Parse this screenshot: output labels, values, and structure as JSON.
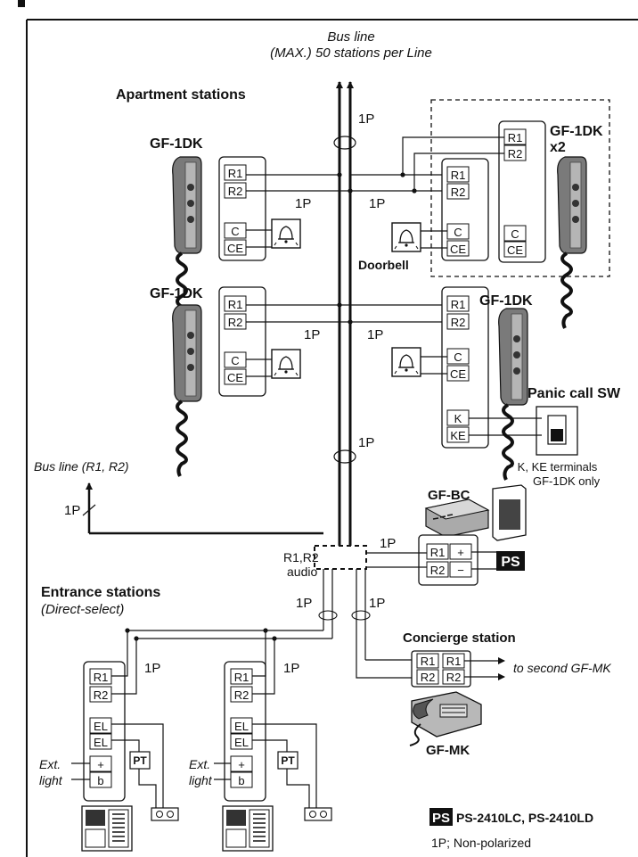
{
  "header": {
    "bus_line_title": "Bus line",
    "bus_line_subtitle": "(MAX.) 50 stations per Line"
  },
  "labels": {
    "apartment_stations": "Apartment stations",
    "gf1dk": "GF-1DK",
    "x2": "x2",
    "one_p": "1P",
    "doorbell": "Doorbell",
    "panic_call_sw": "Panic call SW",
    "bus_line_r1r2": "Bus line (R1, R2)",
    "gf_bc": "GF-BC",
    "k_note_1": "* K, KE terminals",
    "k_note_2": "GF-1DK only",
    "r1r2": "R1,R2",
    "audio": "audio",
    "entrance_stations": "Entrance stations",
    "direct_select": "(Direct-select)",
    "concierge_station": "Concierge station",
    "to_second": "to second GF-MK",
    "gf_mk": "GF-MK",
    "ext": "Ext.",
    "light": "light",
    "pt": "PT",
    "ps": "PS",
    "ps_models": "PS-2410LC, PS-2410LD",
    "non_polarized": "1P; Non-polarized"
  },
  "terminals": {
    "r1": "R1",
    "r2": "R2",
    "c": "C",
    "ce": "CE",
    "k": "K",
    "ke": "KE",
    "el": "EL",
    "plus": "+",
    "minus": "−",
    "b": "b"
  },
  "icons": [
    "bell-icon",
    "handset-icon",
    "panic-switch-icon",
    "adapter-icon",
    "power-supply-icon",
    "telephone-icon",
    "keypad-icon",
    "door-lock-icon"
  ]
}
